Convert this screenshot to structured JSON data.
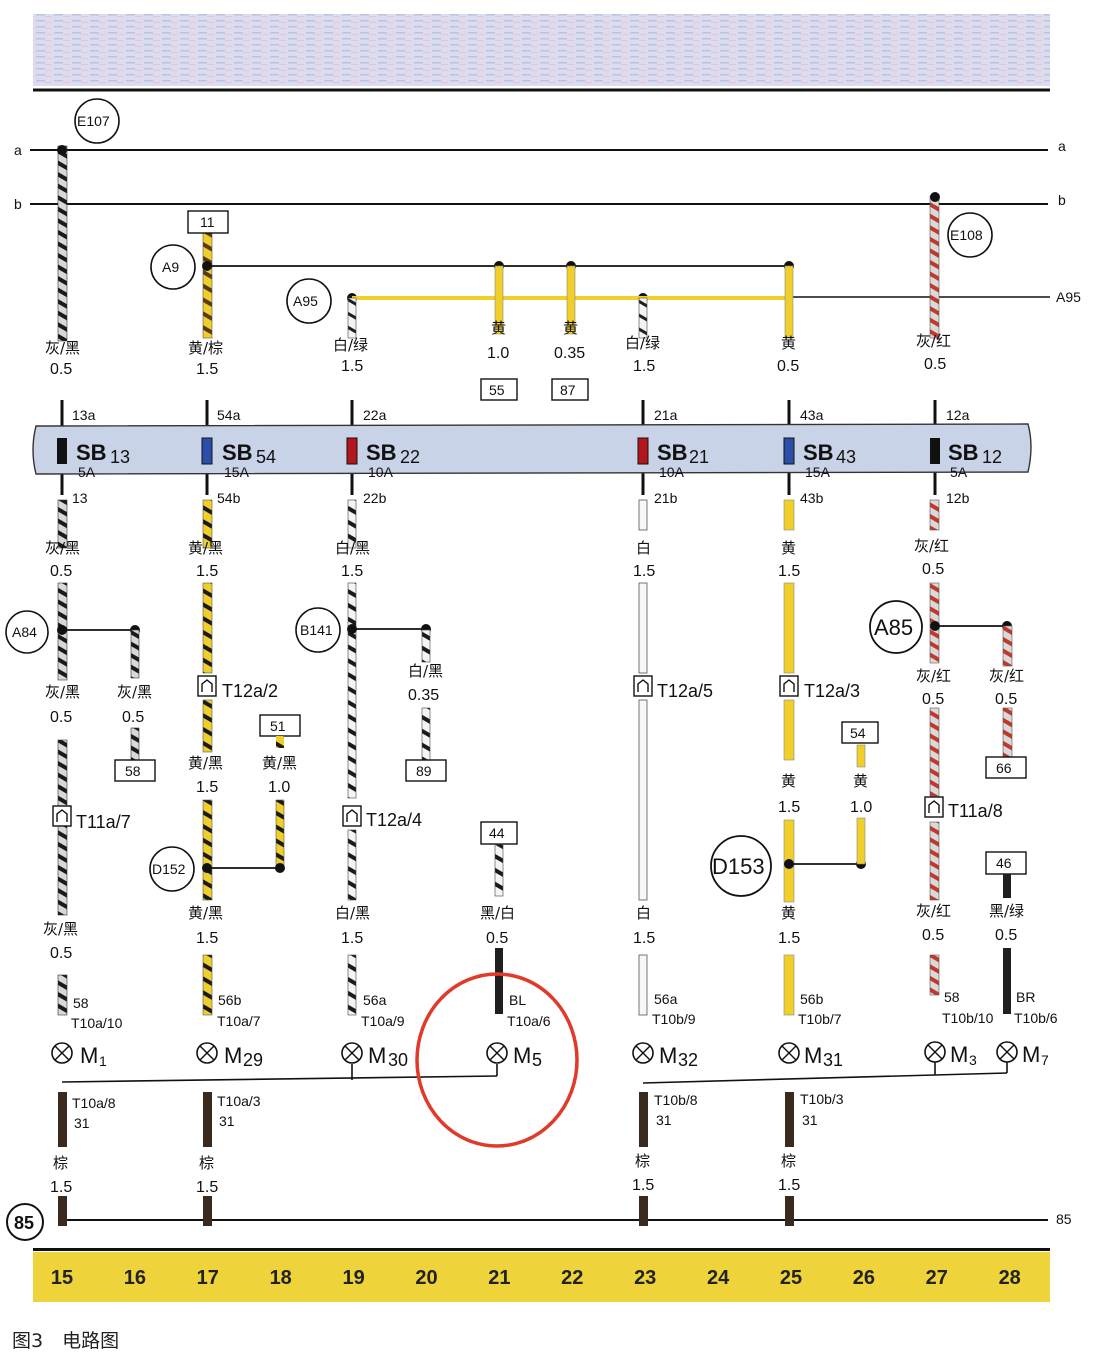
{
  "caption": "图3　电路图",
  "rails": [
    {
      "key": "a",
      "left": "a",
      "right": "a"
    },
    {
      "key": "b",
      "left": "b",
      "right": "b"
    },
    {
      "key": "a95",
      "right": "A95"
    },
    {
      "key": "85",
      "right": "85",
      "badge": "85"
    }
  ],
  "circle_labels": [
    "E107",
    "A9",
    "A95",
    "E108",
    "A84",
    "B141",
    "A85",
    "D152",
    "D153"
  ],
  "boxes": [
    "11",
    "55",
    "87",
    "51",
    "58",
    "89",
    "44",
    "54",
    "66",
    "46"
  ],
  "wire_labels": {
    "c15_top": [
      "灰/黑",
      "0.5"
    ],
    "c17_top": [
      "黄/棕",
      "1.5"
    ],
    "c19_top": [
      "白/绿",
      "1.5"
    ],
    "c21_a": [
      "黄",
      "1.0"
    ],
    "c22_a": [
      "黄",
      "0.35"
    ],
    "c23_top": [
      "白/绿",
      "1.5"
    ],
    "c25_top": [
      "黄",
      "0.5"
    ],
    "c27_top": [
      "灰/红",
      "0.5"
    ],
    "c15_mid": [
      "灰/黑",
      "0.5"
    ],
    "c17_mid": [
      "黄/黑",
      "1.5"
    ],
    "c19_mid": [
      "白/黑",
      "1.5"
    ],
    "c23_mid": [
      "白",
      "1.5"
    ],
    "c25_mid": [
      "黄",
      "1.5"
    ],
    "c27_mid": [
      "灰/红",
      "0.5"
    ],
    "c15_low": [
      "灰/黑",
      "0.5"
    ],
    "c16_low": [
      "灰/黑",
      "0.5"
    ],
    "c17_low": [
      "黄/黑",
      "1.5"
    ],
    "c18_low": [
      "黄/黑",
      "1.0"
    ],
    "c20_low": [
      "白/黑",
      "0.35"
    ],
    "c27_low": [
      "灰/红",
      "0.5"
    ],
    "c28_low": [
      "灰/红",
      "0.5"
    ],
    "c25_low": [
      "黄",
      "1.5"
    ],
    "c26_low": [
      "黄",
      "1.0"
    ],
    "c15_bot": [
      "灰/黑",
      "0.5"
    ],
    "c17_bot": [
      "黄/黑",
      "1.5"
    ],
    "c19_bot": [
      "白/黑",
      "1.5"
    ],
    "c21_bot": [
      "黑/白",
      "0.5"
    ],
    "c23_bot": [
      "白",
      "1.5"
    ],
    "c25_bot": [
      "黄",
      "1.5"
    ],
    "c27_bot": [
      "灰/红",
      "0.5"
    ],
    "c28_bot": [
      "黑/绿",
      "0.5"
    ],
    "g15": [
      "棕",
      "1.5"
    ],
    "g17": [
      "棕",
      "1.5"
    ],
    "g23": [
      "棕",
      "1.5"
    ],
    "g25": [
      "棕",
      "1.5"
    ]
  },
  "fuses": [
    {
      "id": "SB13",
      "name": "SB",
      "sub": "13",
      "amp": "5A",
      "top": "13a",
      "bot": "13",
      "color": "#111111"
    },
    {
      "id": "SB54",
      "name": "SB",
      "sub": "54",
      "amp": "15A",
      "top": "54a",
      "bot": "54b",
      "color": "#2b4fa8"
    },
    {
      "id": "SB22",
      "name": "SB",
      "sub": "22",
      "amp": "10A",
      "top": "22a",
      "bot": "22b",
      "color": "#b3161b"
    },
    {
      "id": "SB21",
      "name": "SB",
      "sub": "21",
      "amp": "10A",
      "top": "21a",
      "bot": "21b",
      "color": "#b3161b"
    },
    {
      "id": "SB43",
      "name": "SB",
      "sub": "43",
      "amp": "15A",
      "top": "43a",
      "bot": "43b",
      "color": "#2b4fa8"
    },
    {
      "id": "SB12",
      "name": "SB",
      "sub": "12",
      "amp": "5A",
      "top": "12a",
      "bot": "12b",
      "color": "#111111"
    }
  ],
  "connectors": [
    "T11a/7",
    "T12a/2",
    "T12a/4",
    "T12a/5",
    "T12a/3",
    "T11a/8"
  ],
  "pins": {
    "p15": [
      "58",
      "T10a/10"
    ],
    "p17": [
      "56b",
      "T10a/7"
    ],
    "p19": [
      "56a",
      "T10a/9"
    ],
    "p21": [
      "BL",
      "T10a/6"
    ],
    "p23": [
      "56a",
      "T10b/9"
    ],
    "p25": [
      "56b",
      "T10b/7"
    ],
    "p27": [
      "58",
      "T10b/10"
    ],
    "p28": [
      "BR",
      "T10b/6"
    ],
    "gp15": [
      "T10a/8",
      "31"
    ],
    "gp17": [
      "T10a/3",
      "31"
    ],
    "gp23": [
      "T10b/8",
      "31"
    ],
    "gp25": [
      "T10b/3",
      "31"
    ]
  },
  "lamps": [
    {
      "name": "M",
      "sub": "1"
    },
    {
      "name": "M",
      "sub": "29"
    },
    {
      "name": "M",
      "sub": "30"
    },
    {
      "name": "M",
      "sub": "5"
    },
    {
      "name": "M",
      "sub": "32"
    },
    {
      "name": "M",
      "sub": "31"
    },
    {
      "name": "M",
      "sub": "3"
    },
    {
      "name": "M",
      "sub": "7"
    }
  ],
  "columns": [
    "15",
    "16",
    "17",
    "18",
    "19",
    "20",
    "21",
    "22",
    "23",
    "24",
    "25",
    "26",
    "27",
    "28"
  ],
  "colors": {
    "yellow": "#f1cf2a",
    "fuse_band": "#c9d3e8",
    "column_bar": "#eed43a",
    "highlight": "#e03a2a",
    "wire_dark": "#1a1a1a"
  }
}
